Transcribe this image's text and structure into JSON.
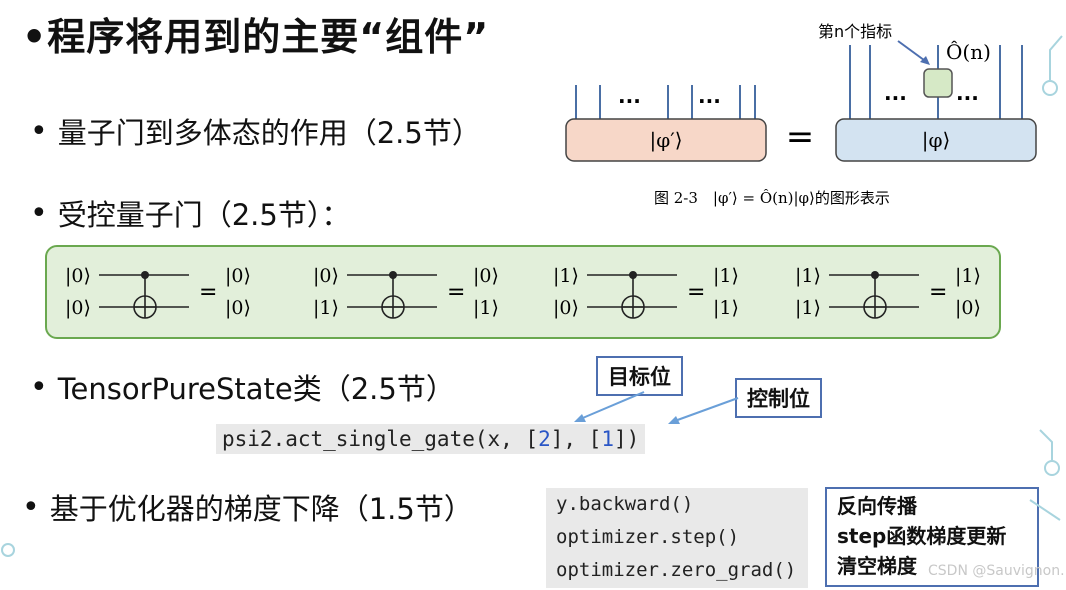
{
  "title": "•程序将用到的主要“组件”",
  "bullets": {
    "b1": "量子门到多体态的作用（2.5节）",
    "b2": "受控量子门（2.5节）：",
    "b3": "TensorPureState类（2.5节）",
    "b4": "基于优化器的梯度下降（1.5节）"
  },
  "figure": {
    "annotation": "第n个指标",
    "operator": "Ô(n)",
    "left_state": "|φ′⟩",
    "right_state": "|φ⟩",
    "equals": "=",
    "dots": "···",
    "caption": "图 2-3　|φ′⟩ = Ô(n)|φ⟩的图形表示"
  },
  "cnot": [
    {
      "in_top": "|0⟩",
      "in_bot": "|0⟩",
      "out_top": "|0⟩",
      "out_bot": "|0⟩"
    },
    {
      "in_top": "|0⟩",
      "in_bot": "|1⟩",
      "out_top": "|0⟩",
      "out_bot": "|1⟩"
    },
    {
      "in_top": "|1⟩",
      "in_bot": "|0⟩",
      "out_top": "|1⟩",
      "out_bot": "|1⟩"
    },
    {
      "in_top": "|1⟩",
      "in_bot": "|1⟩",
      "out_top": "|1⟩",
      "out_bot": "|0⟩"
    }
  ],
  "code1": {
    "prefix": "psi2.act_single_gate(x, [",
    "target": "2",
    "mid": "], [",
    "control": "1",
    "suffix": "])"
  },
  "callouts": {
    "target": "目标位",
    "control": "控制位"
  },
  "code2": {
    "line1": "y.backward()",
    "line2": "optimizer.step()",
    "line3": "optimizer.zero_grad()"
  },
  "notes": {
    "line1": "反向传播",
    "line2": "step函数梯度更新",
    "line3": "清空梯度"
  },
  "watermark": "CSDN @Sauvignon."
}
